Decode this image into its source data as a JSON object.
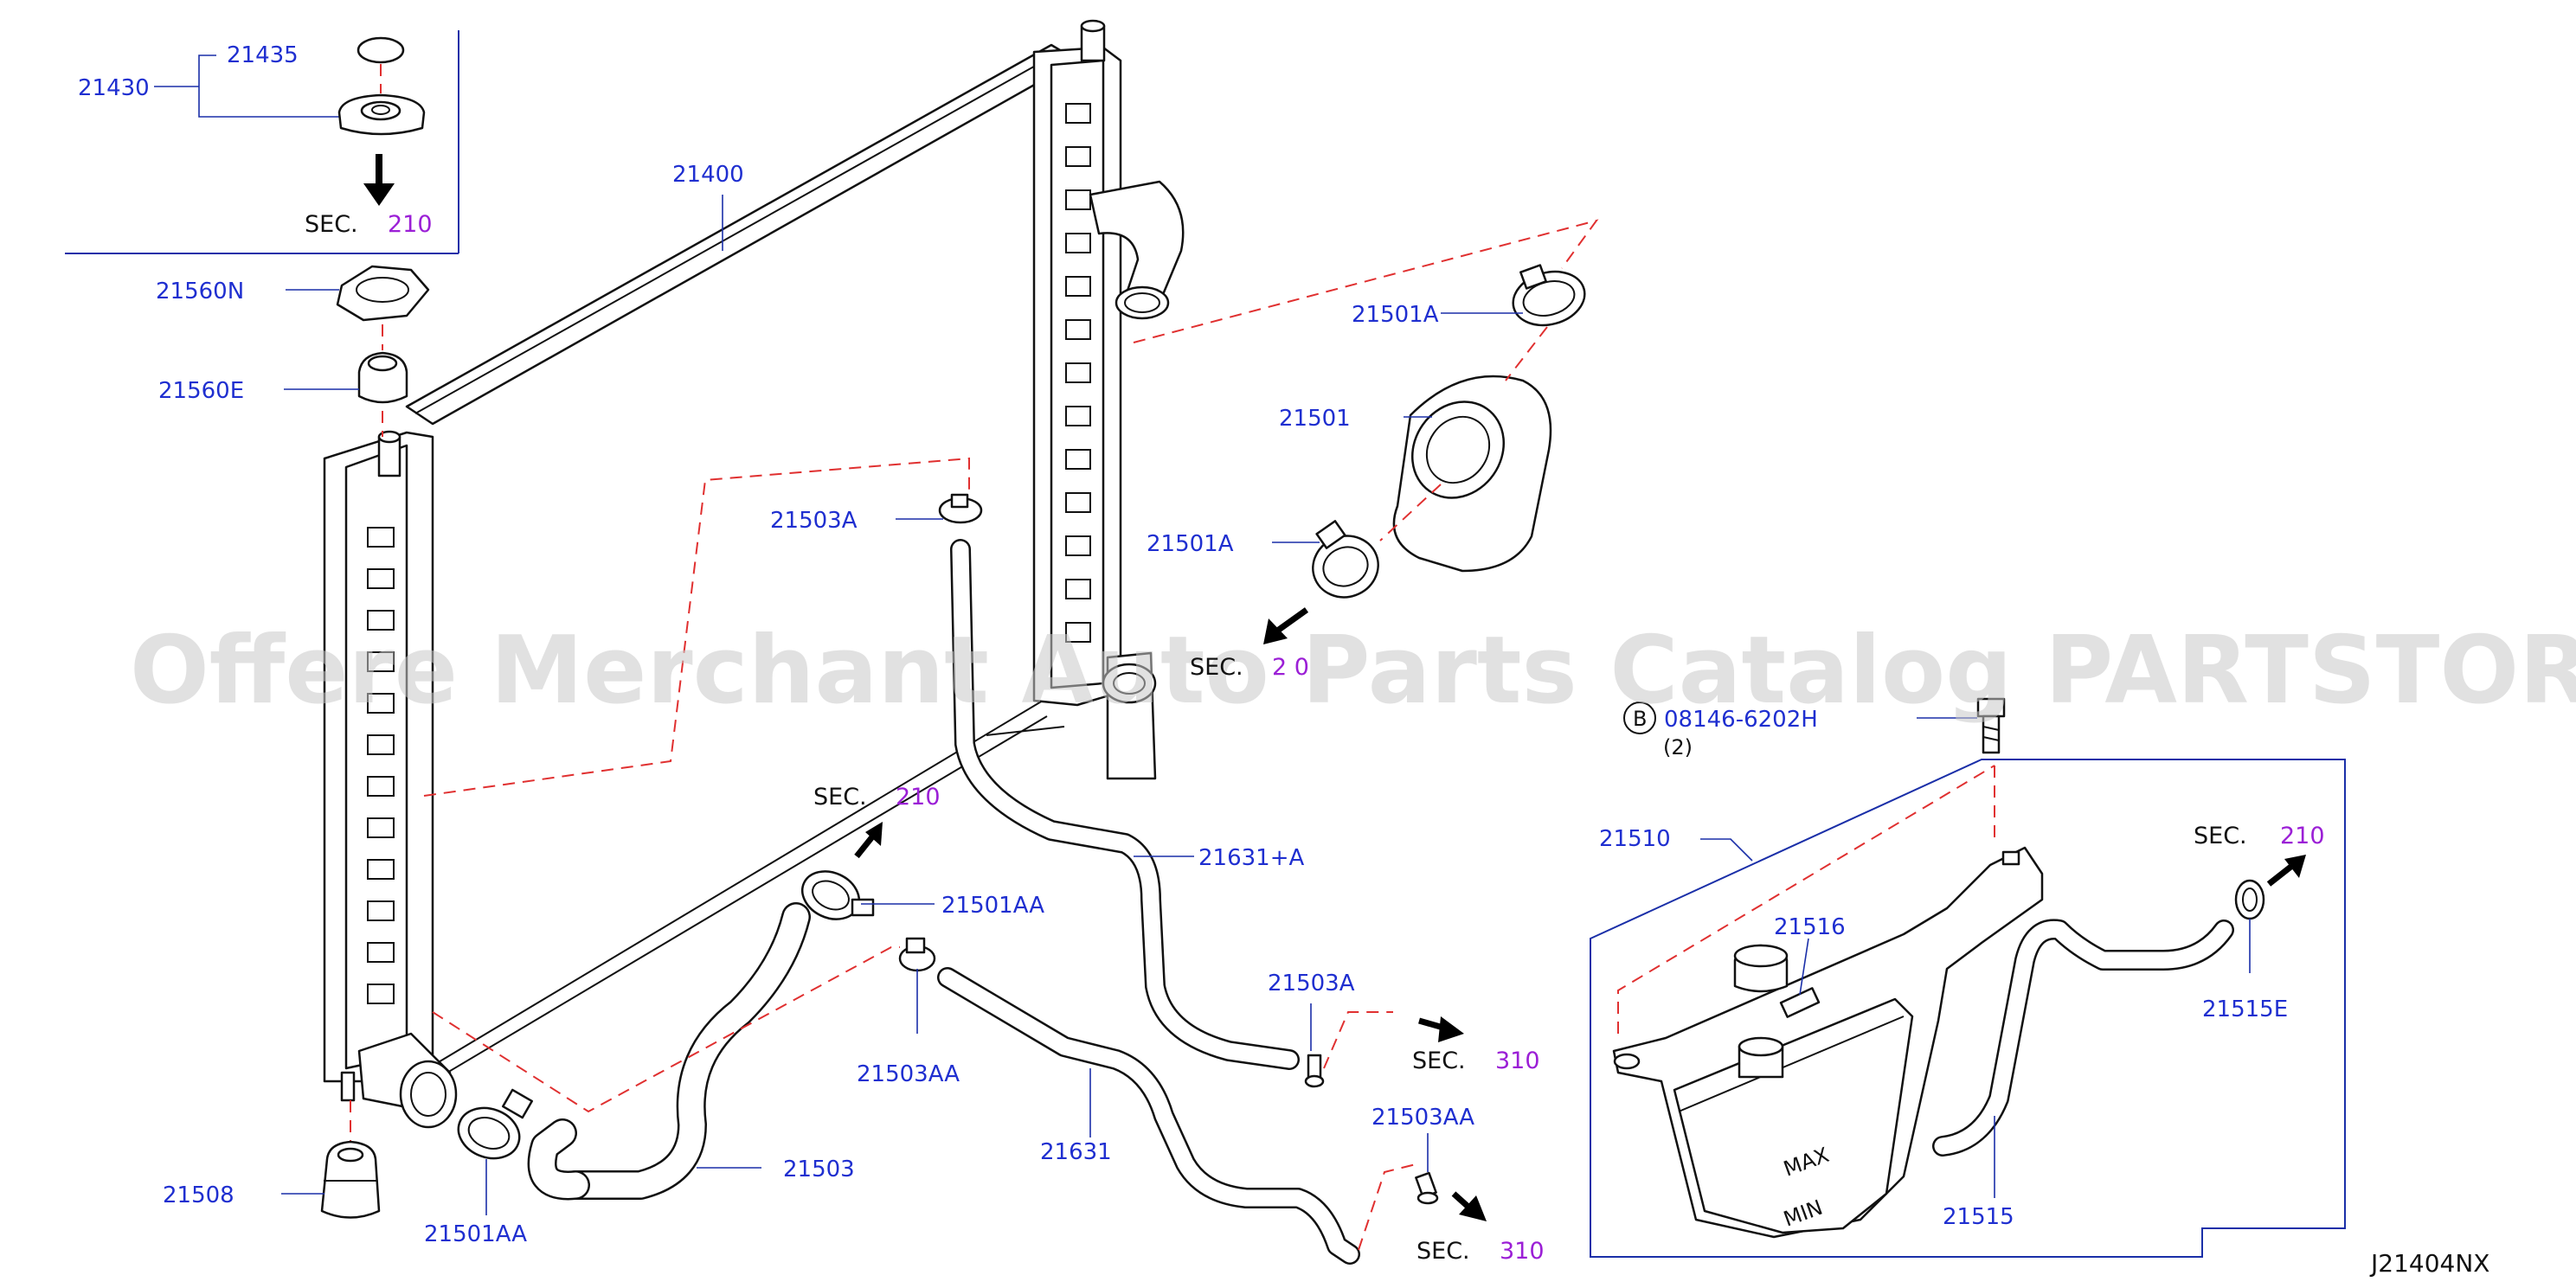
{
  "parts": {
    "p21430": "21430",
    "p21435": "21435",
    "p21400": "21400",
    "p21560N": "21560N",
    "p21560E": "21560E",
    "p21501A_top": "21501A",
    "p21501": "21501",
    "p21501A_mid": "21501A",
    "p21503A_top": "21503A",
    "p21631A": "21631+A",
    "p21501AA_mid": "21501AA",
    "p21503AA_mid": "21503AA",
    "p21631": "21631",
    "p21503A_low": "21503A",
    "p21503AA_low": "21503AA",
    "p21503": "21503",
    "p21508": "21508",
    "p21501AA_low": "21501AA",
    "p21510": "21510",
    "p21516": "21516",
    "p21515E": "21515E",
    "p21515": "21515"
  },
  "sections": {
    "sec_word": "SEC.",
    "n210": "210",
    "n310": "310",
    "s1_num": "210",
    "s2_num": "2 0",
    "s3_num": "210",
    "s4_num": "310",
    "s5_num": "310",
    "s6_num": "210"
  },
  "bolt": {
    "badge": "B",
    "number": "08146-6202H",
    "qty": "(2)"
  },
  "tank_marks": {
    "max": "MAX",
    "min": "MIN"
  },
  "watermark": "Offere Merchant Auto Parts Catalog PARTSTORE.SA",
  "diagram_ref": "J21404NX"
}
